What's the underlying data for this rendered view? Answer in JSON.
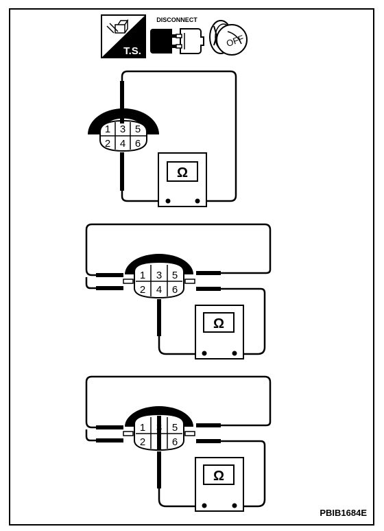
{
  "icons": {
    "ts_label": "T.S.",
    "disconnect_label": "DISCONNECT",
    "off_label": "OFF"
  },
  "connector_pins": {
    "p1": "1",
    "p2": "2",
    "p3": "3",
    "p4": "4",
    "p5": "5",
    "p6": "6"
  },
  "meter_symbol": "Ω",
  "figure_code": "PBIB1684E"
}
